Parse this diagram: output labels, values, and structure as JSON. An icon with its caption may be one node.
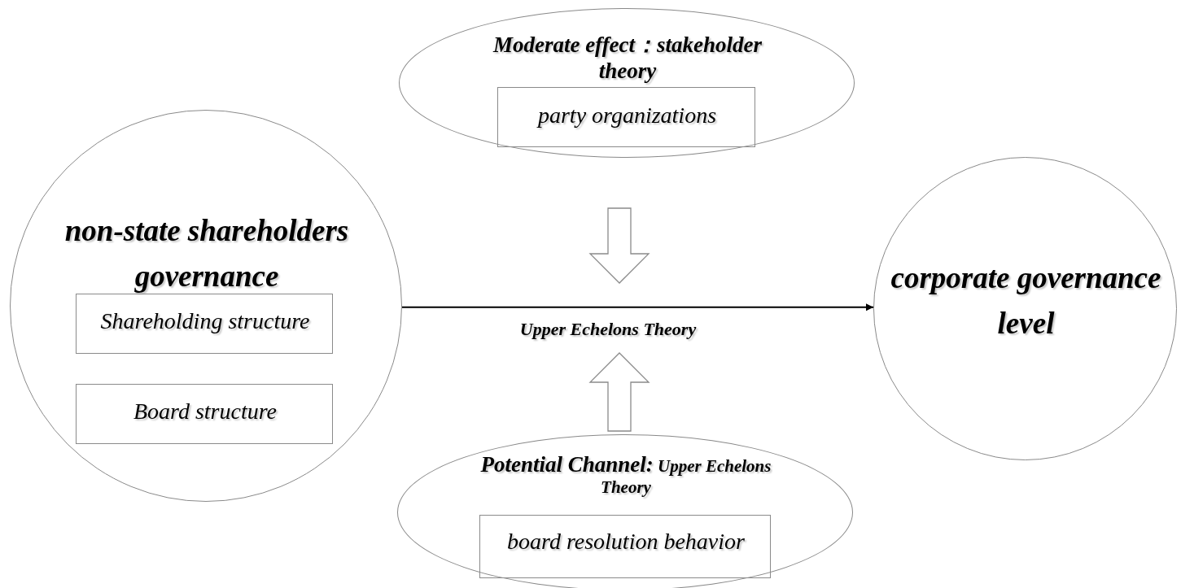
{
  "diagram": {
    "nodes": [
      {
        "text": [
          "non-state shareholders governance"
        ]
      },
      {
        "text": [
          "Shareholding structure"
        ],
        "in": 0
      },
      {
        "text": [
          "Board structure"
        ],
        "in": 0
      },
      {
        "text": [
          "corporate governance level"
        ]
      },
      {
        "text": [
          "Moderate effect：stakeholder theory"
        ]
      },
      {
        "text": [
          "party organizations"
        ],
        "in": 4
      },
      {
        "text": [
          "Potential Channel:",
          "Upper Echelons Theory"
        ]
      },
      {
        "text": [
          "board resolution behavior"
        ],
        "in": 6
      },
      {
        "text": [
          "Upper Echelons Theory"
        ]
      }
    ],
    "edges": [
      {
        "from": 0,
        "to": 3,
        "arrow": "to"
      },
      {
        "from": 4,
        "to": 8,
        "arrow": "to",
        "style": "thick"
      },
      {
        "from": 6,
        "to": 8,
        "arrow": "to",
        "style": "thick"
      }
    ]
  }
}
